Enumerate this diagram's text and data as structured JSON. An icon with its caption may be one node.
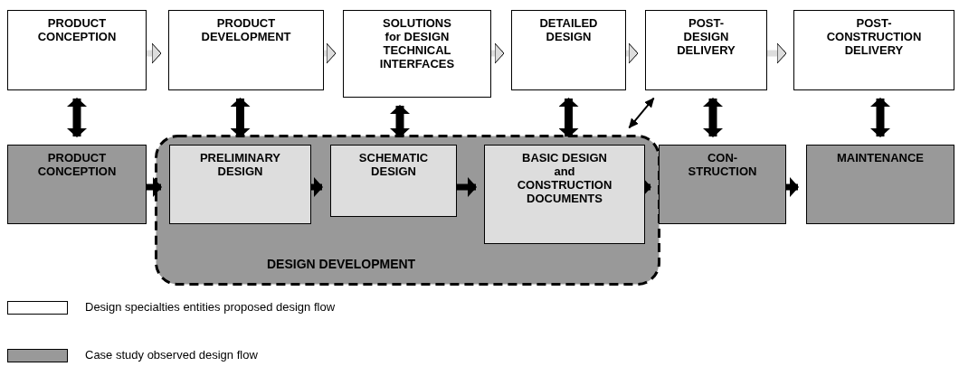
{
  "diagram": {
    "nodes": [
      {
        "text": [
          "PRODUCT CONCEPTION"
        ]
      },
      {
        "text": [
          "PRODUCT DEVELOPMENT"
        ]
      },
      {
        "text": [
          "SOLUTIONS for DESIGN TECHNICAL INTERFACES"
        ]
      },
      {
        "text": [
          "DETAILED DESIGN"
        ]
      },
      {
        "text": [
          "POST-DESIGN DELIVERY"
        ]
      },
      {
        "text": [
          "POST-CONSTRUCTION DELIVERY"
        ]
      },
      {
        "text": [
          "PRODUCT CONCEPTION"
        ]
      },
      {
        "text": [
          "DESIGN DEVELOPMENT"
        ]
      },
      {
        "text": [
          "PRELIMINARY DESIGN"
        ],
        "in": 7
      },
      {
        "text": [
          "SCHEMATIC DESIGN"
        ],
        "in": 7
      },
      {
        "text": [
          "BASIC DESIGN and CONSTRUCTION DOCUMENTS"
        ],
        "in": 7
      },
      {
        "text": [
          "CON- STRUCTION"
        ]
      },
      {
        "text": [
          "MAINTENANCE"
        ]
      }
    ],
    "edges": [
      {
        "from": 0,
        "to": 1,
        "arrow": "to",
        "color": "#dddddd"
      },
      {
        "from": 1,
        "to": 2,
        "arrow": "to",
        "color": "#dddddd"
      },
      {
        "from": 2,
        "to": 3,
        "arrow": "to",
        "color": "#dddddd"
      },
      {
        "from": 3,
        "to": 4,
        "arrow": "to",
        "color": "#dddddd"
      },
      {
        "from": 4,
        "to": 5,
        "arrow": "to",
        "color": "#dddddd"
      },
      {
        "from": 0,
        "to": 6,
        "arrow": "both"
      },
      {
        "from": 1,
        "to": 8,
        "arrow": "both"
      },
      {
        "from": 2,
        "to": 9,
        "arrow": "both"
      },
      {
        "from": 3,
        "to": 10,
        "arrow": "both"
      },
      {
        "from": 4,
        "to": 7,
        "arrow": "both"
      },
      {
        "from": 4,
        "to": 11,
        "arrow": "both"
      },
      {
        "from": 5,
        "to": 12,
        "arrow": "both"
      },
      {
        "from": 6,
        "to": 8,
        "arrow": "to"
      },
      {
        "from": 8,
        "to": 9,
        "arrow": "to"
      },
      {
        "from": 9,
        "to": 10,
        "arrow": "to"
      },
      {
        "from": 10,
        "to": 11,
        "arrow": "to"
      },
      {
        "from": 11,
        "to": 12,
        "arrow": "to"
      }
    ],
    "legend": [
      {
        "text": "Design specialties entities proposed design flow",
        "color": "#ffffff"
      },
      {
        "text": "Case study observed design flow",
        "color": "#999999"
      }
    ]
  }
}
